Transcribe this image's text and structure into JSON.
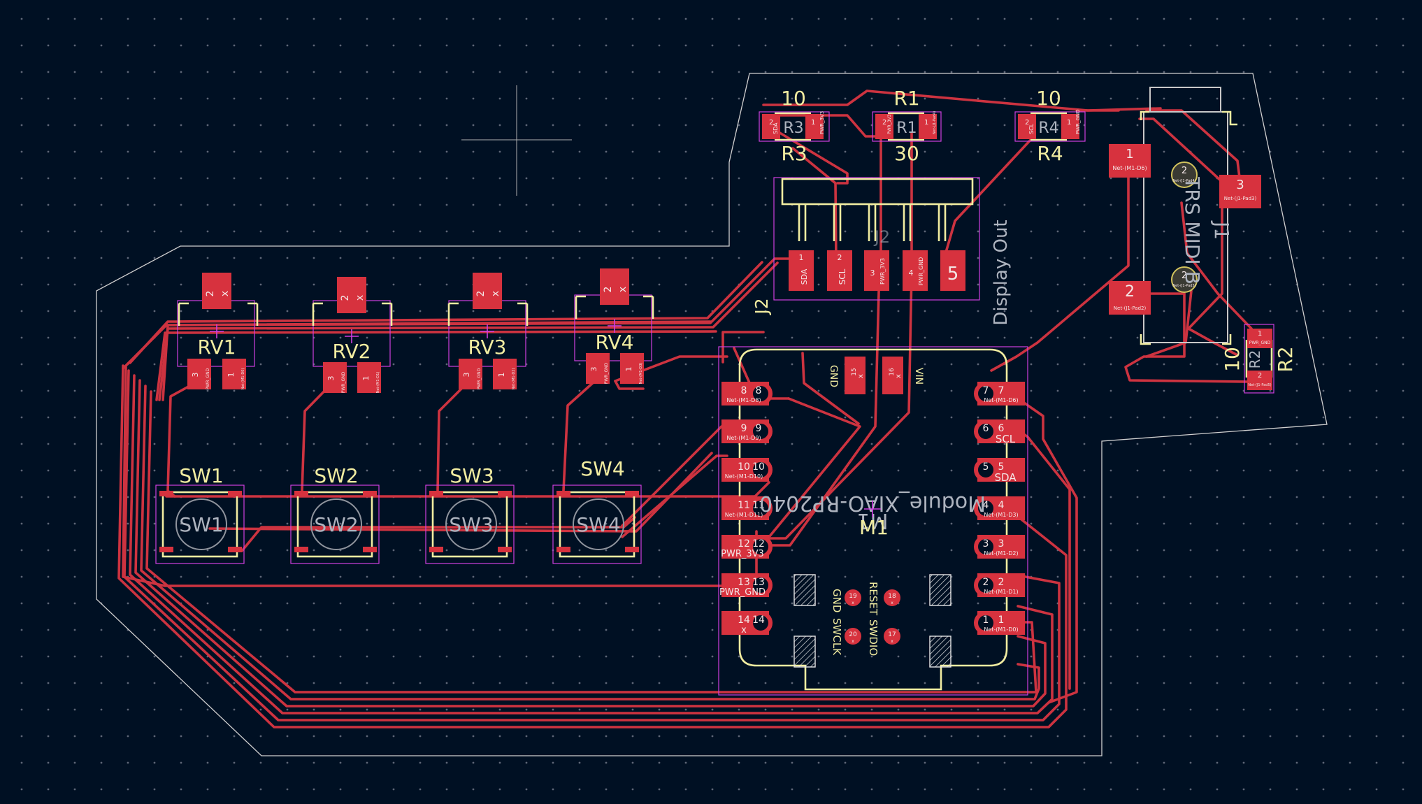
{
  "board": {
    "colors": {
      "background": "#001023",
      "copper": "#cd3340",
      "pad": "#d7323e",
      "silkscreen": "#f2eda1",
      "courtyard": "#cf3fe0",
      "edge_cuts": "#d0d0d0",
      "fabrication": "#aeb4bf"
    },
    "switches": [
      {
        "ref": "SW1",
        "value": "SW1"
      },
      {
        "ref": "SW2",
        "value": "SW2"
      },
      {
        "ref": "SW3",
        "value": "SW3"
      },
      {
        "ref": "SW4",
        "value": "SW4"
      }
    ],
    "pots": [
      {
        "ref": "RV1",
        "p2": "2",
        "p2net": "x",
        "p3": "3",
        "p3net": "PWR_GND",
        "p1": "1",
        "p1net": "Net-(M1-D0)"
      },
      {
        "ref": "RV2",
        "p2": "2",
        "p2net": "x",
        "p3": "3",
        "p3net": "PWR_GND",
        "p1": "1",
        "p1net": "Net-(M1-D1)"
      },
      {
        "ref": "RV3",
        "p2": "2",
        "p2net": "x",
        "p3": "3",
        "p3net": "PWR_GND",
        "p1": "1",
        "p1net": "Net-(M1-D2)"
      },
      {
        "ref": "RV4",
        "p2": "2",
        "p2net": "x",
        "p3": "3",
        "p3net": "PWR_GND",
        "p1": "1",
        "p1net": "Net-(M1-D3)"
      }
    ],
    "resistors": {
      "r3": {
        "ref": "R3",
        "value": "10",
        "fab": "R3",
        "p2": "2",
        "p2net": "SDA",
        "p1": "1",
        "p1net": "PWR_3V3"
      },
      "r1": {
        "ref": "R1",
        "value": "30",
        "fab": "R1",
        "p2": "2",
        "p2net": "PWR_3V3",
        "p1": "1",
        "p1net": "Net-(J1-Pad4)"
      },
      "r4": {
        "ref": "R4",
        "value": "10",
        "fab": "R4",
        "p2": "2",
        "p2net": "SCL",
        "p1": "1",
        "p1net": "PWR_GND"
      },
      "r2": {
        "ref": "R2",
        "value": "10",
        "fab": "R2",
        "p1": "1",
        "p1net": "PWR_GND",
        "p2": "2",
        "p2net": "Net-(J1-Pad5)"
      }
    },
    "display": {
      "ref": "J2",
      "fab": "J2",
      "label": "Display Out",
      "pins": [
        {
          "num": "1",
          "net": "SDA"
        },
        {
          "num": "2",
          "net": "SCL"
        },
        {
          "num": "3",
          "net": "PWR_3V3"
        },
        {
          "num": "4",
          "net": "PWR_GND"
        },
        {
          "num": "5",
          "net": ""
        }
      ]
    },
    "midi": {
      "ref": "J1",
      "fab": "J1",
      "label": "TRS MIDI B",
      "pads": [
        {
          "num": "1",
          "net": "Net-(M1-D6)"
        },
        {
          "num": "3",
          "net": "Net-(J1-Pad3)"
        },
        {
          "num": "2",
          "net": "Net-(J1-Pad2)"
        }
      ],
      "holes": [
        {
          "num": "2",
          "net": "Net-(J1-Pad4)"
        },
        {
          "num": "2",
          "net": "Net-(J1-Pad5)"
        }
      ]
    },
    "xiao": {
      "ref": "M1",
      "fab": "M1",
      "value": "Module_XIAO-RP2040",
      "left_pins": [
        {
          "num": "8",
          "net": "Net-(M1-D8)"
        },
        {
          "num": "9",
          "net": "Net-(M1-D9)"
        },
        {
          "num": "10",
          "net": "Net-(M1-D10)"
        },
        {
          "num": "11",
          "net": "Net-(M1-D11)"
        },
        {
          "num": "12",
          "net": "PWR_3V3"
        },
        {
          "num": "13",
          "net": "PWR_GND"
        },
        {
          "num": "14",
          "net": "x"
        }
      ],
      "right_pins": [
        {
          "num": "7",
          "net": "Net-(M1-D6)"
        },
        {
          "num": "6",
          "net": "SCL"
        },
        {
          "num": "5",
          "net": "SDA"
        },
        {
          "num": "4",
          "net": "Net-(M1-D3)"
        },
        {
          "num": "3",
          "net": "Net-(M1-D2)"
        },
        {
          "num": "2",
          "net": "Net-(M1-D1)"
        },
        {
          "num": "1",
          "net": "Net-(M1-D0)"
        }
      ],
      "top_pads": [
        {
          "num": "15",
          "net": "x",
          "label": "GND"
        },
        {
          "num": "16",
          "net": "x",
          "label": "VIN"
        }
      ],
      "bottom_pads": [
        {
          "num": "19",
          "net": "x"
        },
        {
          "num": "18",
          "net": "x"
        },
        {
          "num": "20",
          "net": "x"
        },
        {
          "num": "17",
          "net": "x"
        }
      ],
      "labels": {
        "reset": "RESET",
        "swdio": "SWDIO",
        "gnd": "GND",
        "swclk": "SWCLK"
      }
    }
  }
}
